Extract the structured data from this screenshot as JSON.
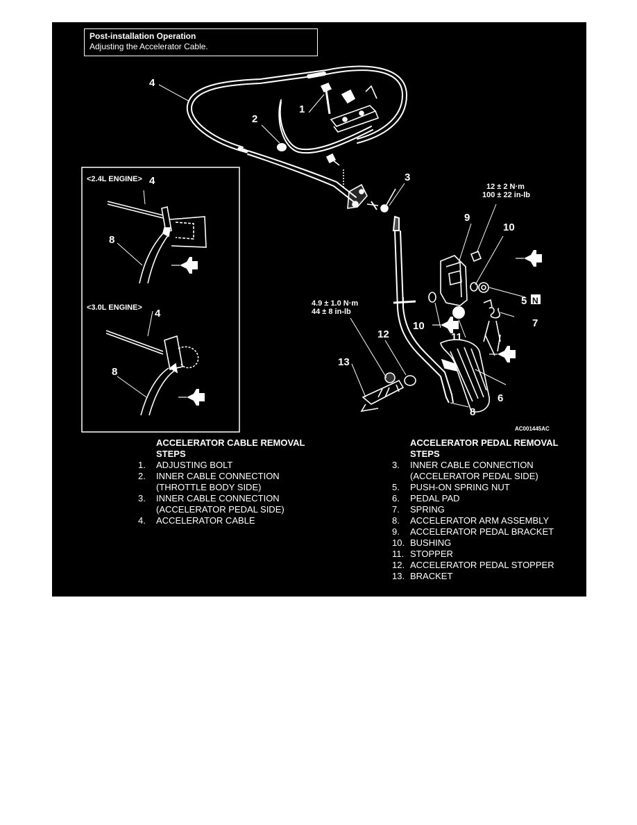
{
  "header": {
    "title": "Post-installation Operation",
    "subtitle": "Adjusting the Accelerator Cable."
  },
  "callouts": {
    "c1": "1",
    "c2": "2",
    "c3": "3",
    "c4": "4",
    "c5": "5",
    "c6": "6",
    "c7": "7",
    "c8": "8",
    "c9": "9",
    "c10a": "10",
    "c10b": "10",
    "c11": "11",
    "c12": "12",
    "c13": "13",
    "inset_a_4": "4",
    "inset_a_8": "8",
    "inset_b_4": "4",
    "inset_b_8": "8",
    "non_reusable_mark": "N"
  },
  "insets": {
    "engine_24": "<2.4L ENGINE>",
    "engine_30": "<3.0L ENGINE>"
  },
  "torque_specs": {
    "upper_nm": "12 ± 2 N·m",
    "upper_inlb": "100 ± 22 in-lb",
    "lower_nm": "4.9 ± 1.0 N·m",
    "lower_inlb": "44 ± 8 in-lb"
  },
  "figure_code": "AC001445AC",
  "cable_removal": {
    "heading_line1": "ACCELERATOR CABLE REMOVAL",
    "heading_line2": "STEPS",
    "steps": [
      {
        "num": "1.",
        "line1": "ADJUSTING BOLT",
        "line2": ""
      },
      {
        "num": "2.",
        "line1": "INNER CABLE CONNECTION",
        "line2": "(THROTTLE BODY SIDE)"
      },
      {
        "num": "3.",
        "line1": "INNER CABLE CONNECTION",
        "line2": "(ACCELERATOR PEDAL SIDE)"
      },
      {
        "num": "4.",
        "line1": "ACCELERATOR CABLE",
        "line2": ""
      }
    ]
  },
  "pedal_removal": {
    "heading_line1": "ACCELERATOR PEDAL REMOVAL",
    "heading_line2": "STEPS",
    "steps": [
      {
        "num": "3.",
        "line1": "INNER CABLE CONNECTION",
        "line2": "(ACCELERATOR PEDAL SIDE)"
      },
      {
        "num": "5.",
        "line1": "PUSH-ON SPRING NUT",
        "line2": ""
      },
      {
        "num": "6.",
        "line1": "PEDAL PAD",
        "line2": ""
      },
      {
        "num": "7.",
        "line1": "SPRING",
        "line2": ""
      },
      {
        "num": "8.",
        "line1": "ACCELERATOR ARM ASSEMBLY",
        "line2": ""
      },
      {
        "num": "9.",
        "line1": "ACCELERATOR PEDAL BRACKET",
        "line2": ""
      },
      {
        "num": "10.",
        "line1": "BUSHING",
        "line2": ""
      },
      {
        "num": "11.",
        "line1": "STOPPER",
        "line2": ""
      },
      {
        "num": "12.",
        "line1": "ACCELERATOR PEDAL STOPPER",
        "line2": ""
      },
      {
        "num": "13.",
        "line1": "BRACKET",
        "line2": ""
      }
    ]
  },
  "colors": {
    "panel": "#000000",
    "ink": "#ffffff",
    "page": "#ffffff"
  }
}
